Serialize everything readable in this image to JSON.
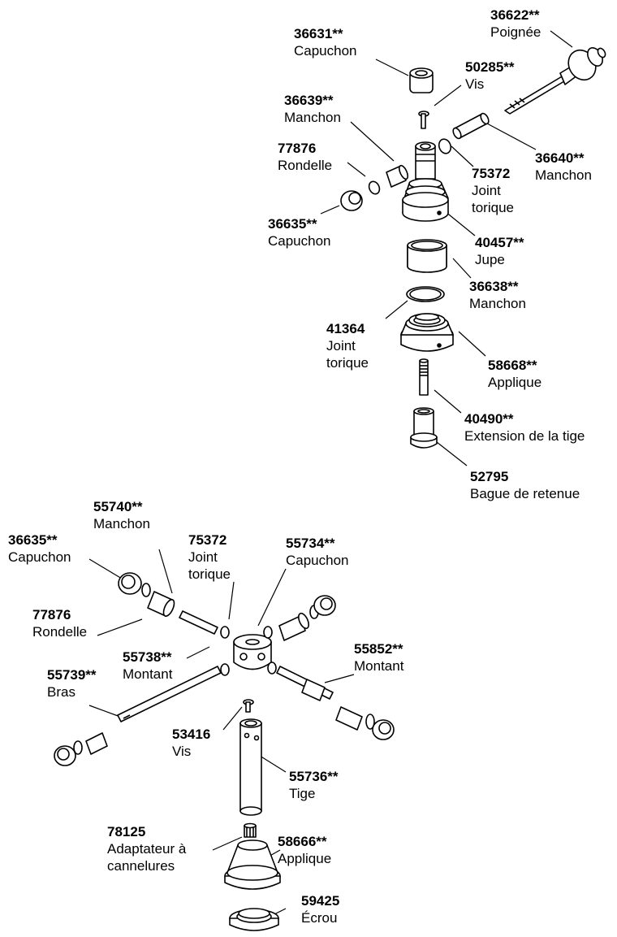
{
  "parts": [
    {
      "id": "p36622",
      "number": "36622**",
      "name": "Poignée"
    },
    {
      "id": "p36631",
      "number": "36631**",
      "name": "Capuchon"
    },
    {
      "id": "p50285",
      "number": "50285**",
      "name": "Vis"
    },
    {
      "id": "p36639",
      "number": "36639**",
      "name": "Manchon"
    },
    {
      "id": "p77876a",
      "number": "77876",
      "name": "Rondelle"
    },
    {
      "id": "p36640",
      "number": "36640**",
      "name": "Manchon"
    },
    {
      "id": "p75372a",
      "number": "75372",
      "name": "Joint torique"
    },
    {
      "id": "p36635a",
      "number": "36635**",
      "name": "Capuchon"
    },
    {
      "id": "p40457",
      "number": "40457**",
      "name": "Jupe"
    },
    {
      "id": "p36638",
      "number": "36638**",
      "name": "Manchon"
    },
    {
      "id": "p41364",
      "number": "41364",
      "name": "Joint torique"
    },
    {
      "id": "p58668",
      "number": "58668**",
      "name": "Applique"
    },
    {
      "id": "p40490",
      "number": "40490**",
      "name": "Extension de la tige"
    },
    {
      "id": "p52795",
      "number": "52795",
      "name": "Bague de retenue"
    },
    {
      "id": "p55740",
      "number": "55740**",
      "name": "Manchon"
    },
    {
      "id": "p36635b",
      "number": "36635**",
      "name": "Capuchon"
    },
    {
      "id": "p75372b",
      "number": "75372",
      "name": "Joint torique"
    },
    {
      "id": "p55734",
      "number": "55734**",
      "name": "Capuchon"
    },
    {
      "id": "p77876b",
      "number": "77876",
      "name": "Rondelle"
    },
    {
      "id": "p55852",
      "number": "55852**",
      "name": "Montant"
    },
    {
      "id": "p55738",
      "number": "55738**",
      "name": "Montant"
    },
    {
      "id": "p55739",
      "number": "55739**",
      "name": "Bras"
    },
    {
      "id": "p53416",
      "number": "53416",
      "name": "Vis"
    },
    {
      "id": "p55736",
      "number": "55736**",
      "name": "Tige"
    },
    {
      "id": "p78125",
      "number": "78125",
      "name": "Adaptateur à cannelures"
    },
    {
      "id": "p58666",
      "number": "58666**",
      "name": "Applique"
    },
    {
      "id": "p59425",
      "number": "59425",
      "name": "Écrou"
    }
  ]
}
